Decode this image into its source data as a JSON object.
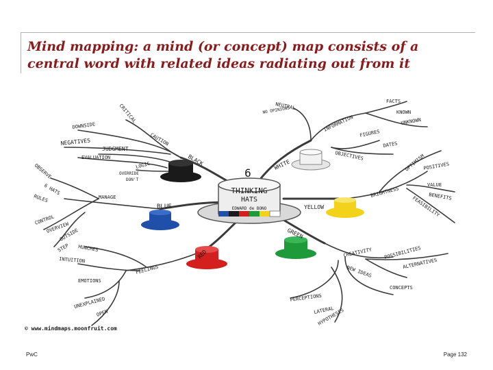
{
  "slide": {
    "title": "Mind mapping: a mind (or concept) map consists of a central word with related ideas radiating out from it",
    "footer_left": "PwC",
    "footer_right": "Page 132"
  },
  "mind_map": {
    "center": {
      "line1": "6",
      "line2": "THINKING",
      "line3": "HATS",
      "line4": "EDWARD de BONO"
    },
    "credit": "© www.mindmaps.moonfruit.com",
    "hats": {
      "black": "BLACK",
      "white": "WHITE",
      "blue": "BLUE",
      "yellow": "YELLOW",
      "red": "RED",
      "green": "GREEN"
    },
    "black_branches": [
      "CRITICAL",
      "DOWNSIDE",
      "NEGATIVES",
      "CAUTION",
      "JUDGMENT",
      "EVALUATION",
      "LOGIC",
      "OVERRIDE",
      "DON'T"
    ],
    "white_branches": [
      "NEUTRAL",
      "NO OPINIONS",
      "INFORMATION",
      "FACTS",
      "KNOWN",
      "UNKNOWN",
      "FIGURES",
      "DATES",
      "OBJECTIVES"
    ],
    "blue_branches": [
      "MANAGE",
      "OBSERVE",
      "6 HATS",
      "RULES",
      "CONTROL",
      "OVERVIEW",
      "OUTSIDE",
      "STEP"
    ],
    "yellow_branches": [
      "BRIGHTNESS",
      "OPTIMISM",
      "POSITIVES",
      "VALUE",
      "BENEFITS",
      "FEASIBILITY"
    ],
    "red_branches": [
      "FEELINGS",
      "HUNCHES",
      "INTUITION",
      "EMOTIONS",
      "UNEXPLAINED",
      "OPEN"
    ],
    "green_branches": [
      "CREATIVITY",
      "POSSIBILITIES",
      "ALTERNATIVES",
      "NEW IDEAS",
      "CONCEPTS",
      "PERCEPTIONS",
      "LATERAL",
      "HYPOTHESES"
    ],
    "colors": {
      "black": "#1a1a1a",
      "white": "#f2f2f2",
      "blue": "#1f4fa8",
      "yellow": "#f2d21a",
      "red": "#d41f1f",
      "green": "#1f9a3a",
      "title": "#8b1a1a",
      "brim": "#d9d9d9"
    }
  }
}
